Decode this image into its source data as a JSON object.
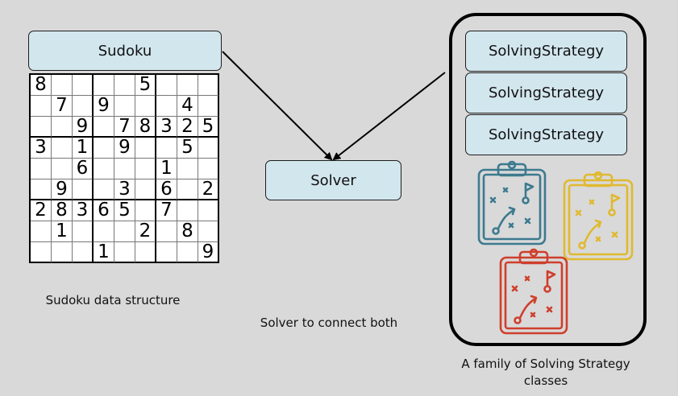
{
  "sudoku": {
    "label": "Sudoku",
    "caption": "Sudoku data structure",
    "grid": [
      [
        "8",
        "",
        "",
        "",
        "",
        "5",
        "",
        "",
        ""
      ],
      [
        "",
        "7",
        "",
        "9",
        "",
        "",
        "",
        "4",
        ""
      ],
      [
        "",
        "",
        "9",
        "",
        "7",
        "8",
        "3",
        "2",
        "5"
      ],
      [
        "3",
        "",
        "1",
        "",
        "9",
        "",
        "",
        "5",
        ""
      ],
      [
        "",
        "",
        "6",
        "",
        "",
        "",
        "1",
        "",
        ""
      ],
      [
        "",
        "9",
        "",
        "",
        "3",
        "",
        "6",
        "",
        "2"
      ],
      [
        "2",
        "8",
        "3",
        "6",
        "5",
        "",
        "7",
        "",
        ""
      ],
      [
        "",
        "1",
        "",
        "",
        "",
        "2",
        "",
        "8",
        ""
      ],
      [
        "",
        "",
        "",
        "1",
        "",
        "",
        "",
        "",
        "9"
      ]
    ]
  },
  "solver": {
    "label": "Solver",
    "caption": "Solver to connect both"
  },
  "strategies": {
    "items": [
      "SolvingStrategy",
      "SolvingStrategy",
      "SolvingStrategy"
    ],
    "caption": "A family of Solving Strategy classes"
  },
  "icons": [
    {
      "name": "clipboard-strategy-icon",
      "color": "#3c7a8f"
    },
    {
      "name": "clipboard-strategy-icon",
      "color": "#e0b92f"
    },
    {
      "name": "clipboard-strategy-icon",
      "color": "#cf3f2c"
    }
  ]
}
